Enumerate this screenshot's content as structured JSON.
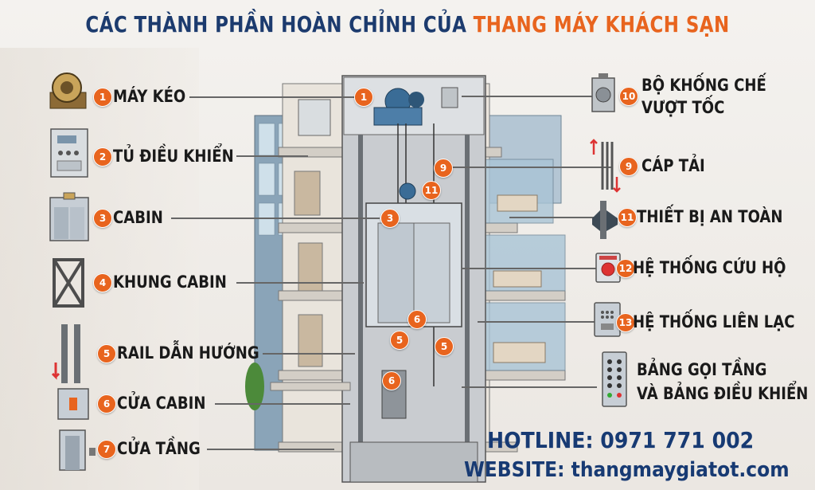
{
  "title": {
    "part1": "CÁC THÀNH PHẦN HOÀN CHỈNH CỦA",
    "part2": "THANG MÁY KHÁCH SẠN"
  },
  "colors": {
    "navy": "#1c3b6e",
    "orange": "#e8641e"
  },
  "left_components": [
    {
      "num": "1",
      "label": "MÁY KÉO",
      "icon": "traction-machine-icon"
    },
    {
      "num": "2",
      "label": "TỦ ĐIỀU KHIỂN",
      "icon": "control-cabinet-icon"
    },
    {
      "num": "3",
      "label": "CABIN",
      "icon": "cabin-icon"
    },
    {
      "num": "4",
      "label": "KHUNG CABIN",
      "icon": "cabin-frame-icon"
    },
    {
      "num": "5",
      "label": "RAIL DẪN HƯỚNG",
      "icon": "guide-rail-icon"
    },
    {
      "num": "6",
      "label": "CỬA CABIN",
      "icon": "cabin-door-icon"
    },
    {
      "num": "7",
      "label": "CỬA TẦNG",
      "icon": "landing-door-icon"
    }
  ],
  "right_components": [
    {
      "num": "10",
      "label_line1": "BỘ KHỐNG CHẾ",
      "label_line2": "VƯỢT TỐC",
      "icon": "overspeed-governor-icon"
    },
    {
      "num": "9",
      "label": "CÁP TẢI",
      "icon": "hoist-cable-icon"
    },
    {
      "num": "11",
      "label": "THIẾT BỊ AN TOÀN",
      "icon": "safety-gear-icon"
    },
    {
      "num": "12",
      "label": "HỆ THỐNG CỨU HỘ",
      "icon": "rescue-system-icon"
    },
    {
      "num": "13",
      "label": "HỆ THỐNG LIÊN LẠC",
      "icon": "intercom-icon"
    },
    {
      "num": "",
      "label_line1": "BẢNG GỌI TẦNG",
      "label_line2": "VÀ BẢNG ĐIỀU KHIỂN",
      "icon": "call-panel-icon"
    }
  ],
  "building_badges": [
    "1",
    "9",
    "11",
    "3",
    "6",
    "5",
    "5",
    "6"
  ],
  "contact": {
    "hotline": "HOTLINE: 0971 771 002",
    "website": "WEBSITE: thangmaygiatot.com"
  }
}
